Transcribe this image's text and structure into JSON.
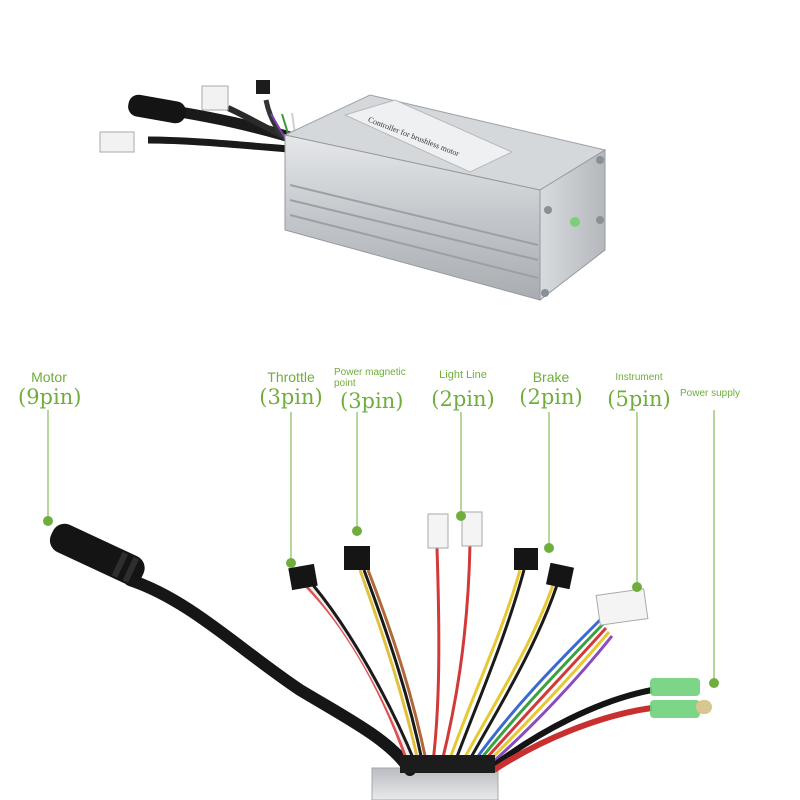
{
  "controller": {
    "label_text": "Controller for brushless motor"
  },
  "connectors": [
    {
      "id": "motor",
      "name": "Motor",
      "pins": "(9pin)"
    },
    {
      "id": "throttle",
      "name": "Throttle",
      "pins": "(3pin)"
    },
    {
      "id": "power-magnetic",
      "name_line1": "Power magnetic",
      "name_line2": "point",
      "pins": "(3pin)"
    },
    {
      "id": "light-line",
      "name": "Light Line",
      "pins": "(2pin)"
    },
    {
      "id": "brake",
      "name": "Brake",
      "pins": "(2pin)"
    },
    {
      "id": "instrument",
      "name": "Instrument",
      "pins": "(5pin)"
    },
    {
      "id": "power-supply",
      "name": "Power supply"
    }
  ],
  "colors": {
    "label_green": "#6fae3c",
    "housing": "#c9cdd1",
    "cable": "#1a1a1a"
  }
}
